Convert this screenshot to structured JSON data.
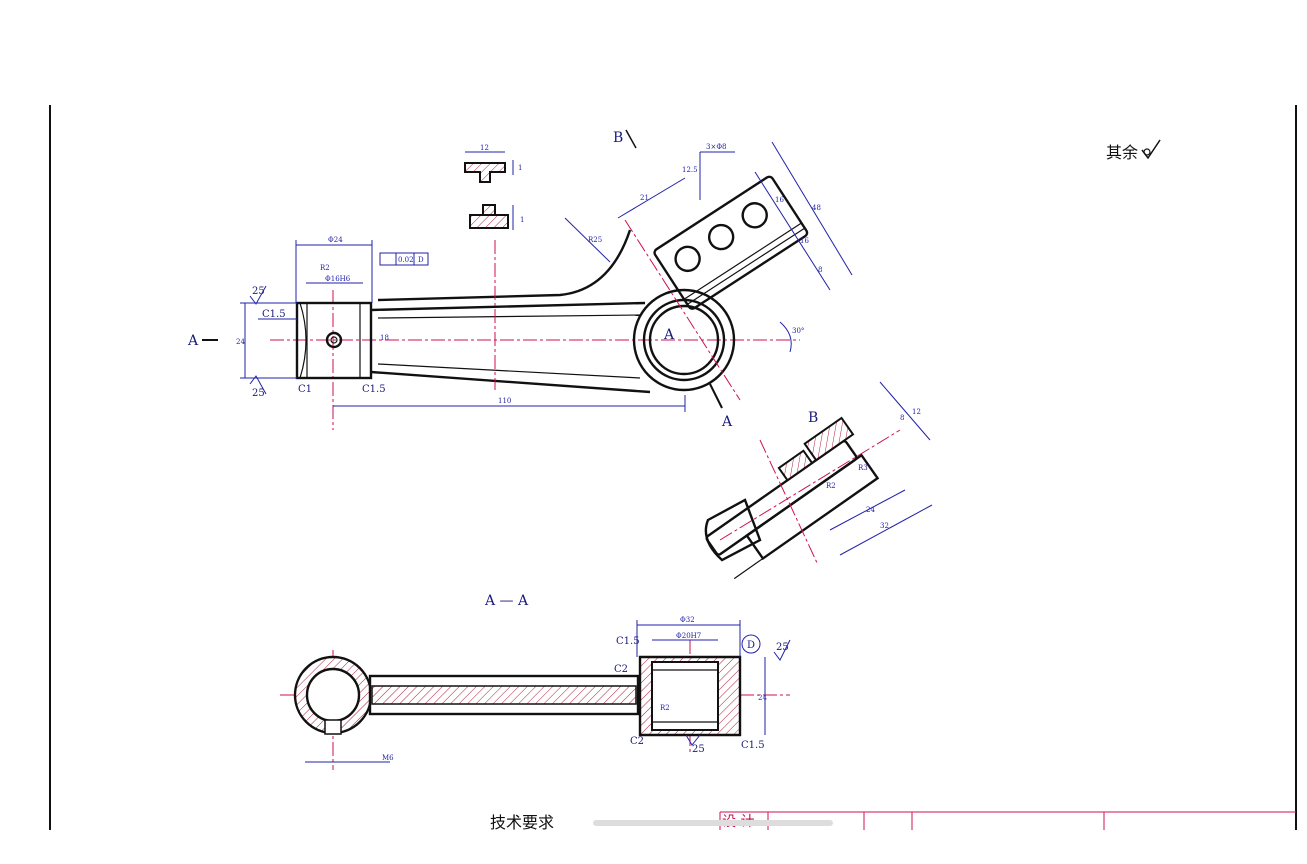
{
  "colors": {
    "outline": "#111111",
    "dimension": "#2222aa",
    "centerline": "#d01050",
    "background": "#ffffff"
  },
  "notes": {
    "roughness_other": "其余"
  },
  "views": {
    "section_a_label": "A — A",
    "view_b_label": "B",
    "arrow_a_left": "A",
    "arrow_a_right": "A",
    "arrow_a_mid": "A",
    "arrow_b": "B"
  },
  "dimensions": {
    "phi24": "Φ24",
    "phi16h": "Φ16H6",
    "r2": "R2",
    "tol": "0.02",
    "datum_d": "D",
    "c15a": "C1.5",
    "c15b": "C1.5",
    "c1": "C1",
    "ra25a": "25",
    "ra25b": "25",
    "len110": "110",
    "h24": "24",
    "h18": "18",
    "r25": "R25",
    "holes": "3×Φ8",
    "ra125": "12.5",
    "d21": "21",
    "d16a": "16",
    "d16b": "16",
    "d48": "48",
    "d8": "8",
    "ang30": "30°",
    "rib12": "12",
    "rib1": "1",
    "rib1b": "1",
    "sec_phi32": "Φ32",
    "sec_phi20": "Φ20H7",
    "sec_c15": "C1.5",
    "sec_c2a": "C2",
    "sec_c2b": "C2",
    "sec_ra25a": "25",
    "sec_ra25b": "25",
    "sec_24": "24",
    "sec_m6": "M6",
    "sec_c15b": "C1.5",
    "sec_r2": "R2",
    "b_12": "12",
    "b_8": "8",
    "b_r3": "R3",
    "b_32": "32",
    "b_24": "24",
    "b_r2": "R2"
  },
  "footer": {
    "tech_req": "技术要求",
    "design": "设  计"
  }
}
